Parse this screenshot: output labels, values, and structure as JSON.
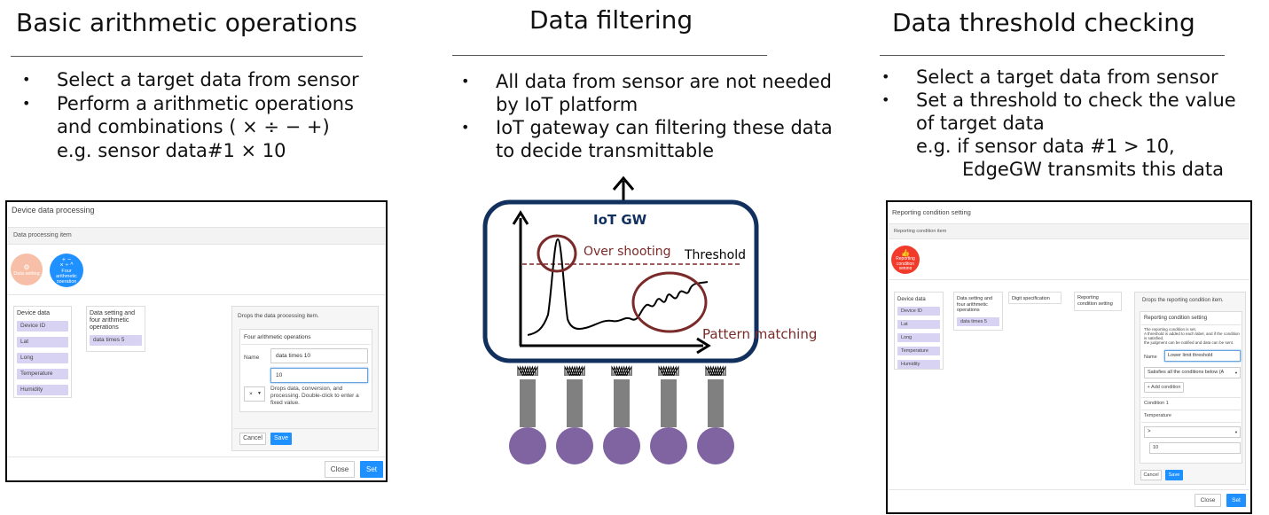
{
  "left": {
    "title": "Basic arithmetic operations",
    "bullets": [
      "Select a target data from sensor",
      "Perform a arithmetic operations"
    ],
    "continuation": [
      "and combinations ( × ÷ − +)",
      "e.g. sensor data#1 × 10"
    ],
    "screenshot": {
      "title": "Device data processing",
      "band": "Data processing item",
      "circle1": "Data setting",
      "circle2_symbols": "+ −\n× ÷ ^",
      "circle2_label1": "Four",
      "circle2_label2": "arithmetic",
      "circle2_label3": "operation",
      "device_panel_title": "Device data",
      "device_items": [
        "Device ID",
        "Lat",
        "Long",
        "Temperature",
        "Humidity"
      ],
      "setting_panel_title": "Data setting and four arithmetic operations",
      "setting_item": "data times 5",
      "drop_title": "Drops the data processing item.",
      "form_title": "Four arithmetic operations",
      "name_label": "Name",
      "name_value": "data times 10",
      "value_value": "10",
      "operator": "×",
      "hint": "Drops data, conversion, and processing. Double-click to enter a fixed value.",
      "cancel": "Cancel",
      "save": "Save",
      "close": "Close",
      "set": "Set"
    }
  },
  "middle": {
    "title": "Data filtering",
    "bullets": [
      "All data from sensor are not needed",
      "IoT gateway can filtering these data"
    ],
    "continuation1": "by IoT platform",
    "continuation2": "to decide transmittable",
    "gw_label": "IoT GW",
    "over_shooting": "Over shooting",
    "threshold": "Threshold",
    "pattern_matching": "Pattern matching",
    "sensor_count": 5,
    "colors": {
      "frame": "#12305e",
      "circle": "#7b2a2a",
      "sensor": "#8064a2",
      "label": "#7b2a2a"
    }
  },
  "right": {
    "title": "Data threshold checking",
    "bullets": [
      "Select a target data from sensor",
      "Set a threshold to check the value"
    ],
    "continuation": [
      "of target data",
      "e.g. if sensor data #1 > 10,",
      "EdgeGW transmits this data"
    ],
    "screenshot": {
      "title": "Reporting condition setting",
      "band": "Reporting condition item",
      "circle_label1": "Reporting",
      "circle_label2": "condition",
      "circle_label3": "setting",
      "device_panel_title": "Device data",
      "device_items": [
        "Device ID",
        "Lat",
        "Long",
        "Temperature",
        "Humidity"
      ],
      "col2_title": "Data setting and four arithmetic operations",
      "col2_item": "data times 5",
      "col3_title": "Digit specification",
      "col4_title": "Reporting condition setting",
      "drop_title": "Drops the reporting condition item.",
      "form_title": "Reporting condition setting",
      "desc1": "The reporting condition is set.",
      "desc2": "A threshold is added to each label, and if the condition is satisfied,",
      "desc3": "the judgment can be notified and data can be sent.",
      "name_label": "Name",
      "name_value": "Lower limit threshold",
      "select_value": "Satisfies all the conditions below (A",
      "add_condition": "+ Add condition",
      "condition": "Condition 1",
      "field": "Temperature",
      "operator": ">",
      "value": "10",
      "cancel": "Cancel",
      "save": "Save",
      "close": "Close",
      "set": "Set"
    }
  }
}
